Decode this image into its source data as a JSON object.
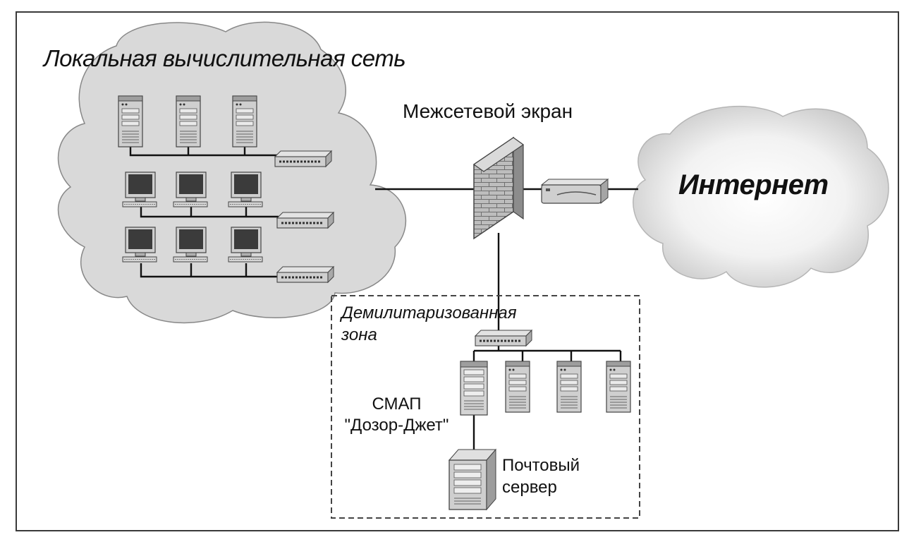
{
  "diagram": {
    "lan_label": "Локальная вычислительная сеть",
    "firewall_label": "Межсетевой экран",
    "internet_label": "Интернет",
    "dmz_label": "Демилитаризованная зона",
    "smap_label_line1": "СМАП",
    "smap_label_line2": "\"Дозор-Джет\"",
    "mail_server_label_line1": "Почтовый",
    "mail_server_label_line2": "сервер"
  },
  "icons": [
    "cloud-icon",
    "server-tower-icon",
    "monitor-icon",
    "network-switch-icon",
    "firewall-brick-wall-icon",
    "router-icon",
    "mail-server-icon"
  ],
  "colors": {
    "cloud_fill": "#d9d9d9",
    "line": "#111111",
    "frame": "#3a3a3a"
  }
}
